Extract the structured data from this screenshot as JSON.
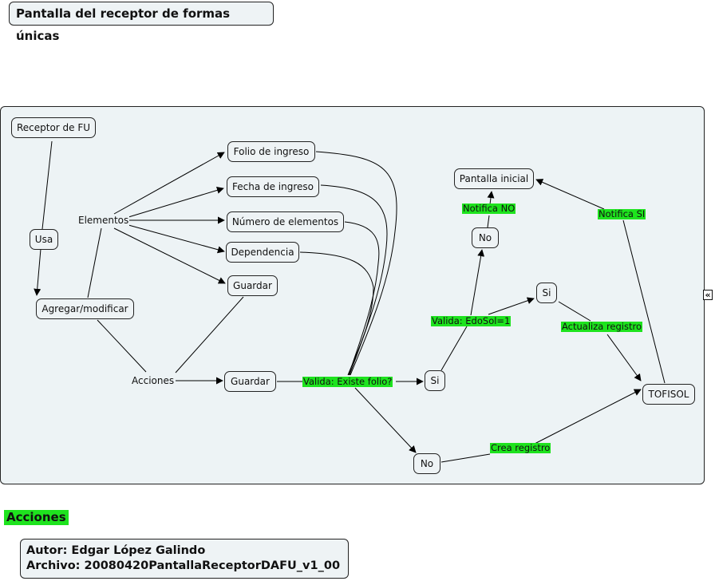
{
  "title": "Pantalla del receptor de formas únicas",
  "nodes": {
    "receptor": "Receptor de FU",
    "usa": "Usa",
    "agregar": "Agregar/modificar",
    "elementos": "Elementos",
    "acciones": "Acciones",
    "folio": "Folio de ingreso",
    "fecha": "Fecha de ingreso",
    "numero": "Número de elementos",
    "dependencia": "Dependencia",
    "guardar_elem": "Guardar",
    "guardar_acc": "Guardar",
    "si_folio": "Si",
    "no_folio": "No",
    "no_edo": "No",
    "si_edo": "Si",
    "pantalla_inicial": "Pantalla inicial",
    "tofisol": "TOFISOL"
  },
  "link_labels": {
    "valida_folio": "Valida: Existe folio?",
    "valida_edosol": "Valida: EdoSol=1",
    "notifica_no": "Notifica NO",
    "notifica_si": "Notifica SI",
    "actualiza": "Actualiza registro",
    "crea": "Crea registro"
  },
  "collapse_icon": "«",
  "legend": {
    "label": "Acciones",
    "color": "#1ee31e"
  },
  "footer": {
    "author": "Autor: Edgar López Galindo",
    "file": "Archivo: 20080420PantallaReceptorDAFU_v1_00"
  }
}
